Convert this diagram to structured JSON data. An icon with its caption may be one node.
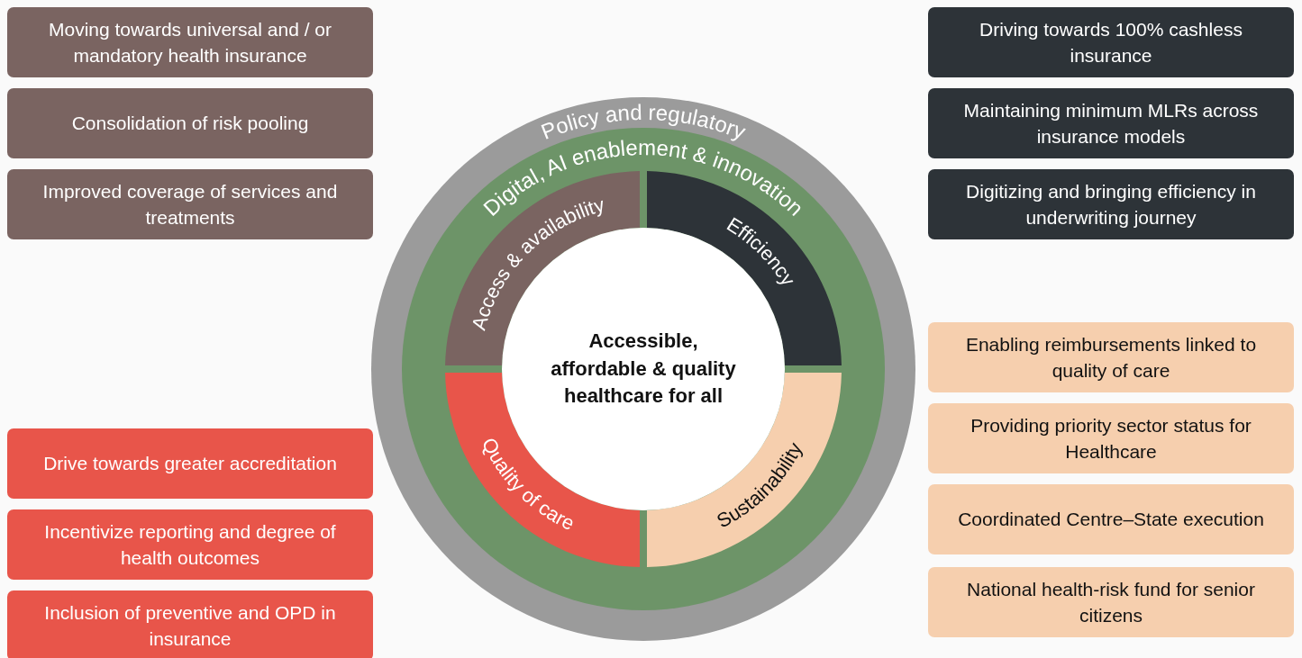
{
  "diagram": {
    "nodes": [
      {
        "text": [
          "Moving towards universal and / or mandatory health insurance"
        ]
      },
      {
        "text": [
          "Consolidation of risk pooling"
        ]
      },
      {
        "text": [
          "Improved coverage of services and treatments"
        ]
      },
      {
        "text": [
          "Driving towards 100% cashless insurance"
        ]
      },
      {
        "text": [
          "Maintaining minimum MLRs across insurance models"
        ]
      },
      {
        "text": [
          "Digitizing and bringing efficiency in underwriting journey"
        ]
      },
      {
        "text": [
          "Policy and regulatory"
        ]
      },
      {
        "text": [
          "Digital, AI enablement & innovation"
        ],
        "in": 6
      },
      {
        "text": [
          "Access & availability"
        ],
        "in": 7
      },
      {
        "text": [
          "Efficiency"
        ],
        "in": 7
      },
      {
        "text": [
          "Quality of care"
        ],
        "in": 7
      },
      {
        "text": [
          "Sustainability"
        ],
        "in": 7
      },
      {
        "text": [
          "Accessible, affordable & quality healthcare for all"
        ],
        "in": 7
      },
      {
        "text": [
          "Drive towards greater accreditation"
        ]
      },
      {
        "text": [
          "Incentivize reporting and degree of health outcomes"
        ]
      },
      {
        "text": [
          "Inclusion of preventive and OPD in insurance"
        ]
      },
      {
        "text": [
          "Enabling reimbursements linked to quality of care"
        ]
      },
      {
        "text": [
          "Providing priority sector status for Healthcare"
        ]
      },
      {
        "text": [
          "Coordinated Centre–State execution"
        ]
      },
      {
        "text": [
          "National health-risk fund for senior citizens"
        ]
      }
    ],
    "edges": []
  }
}
